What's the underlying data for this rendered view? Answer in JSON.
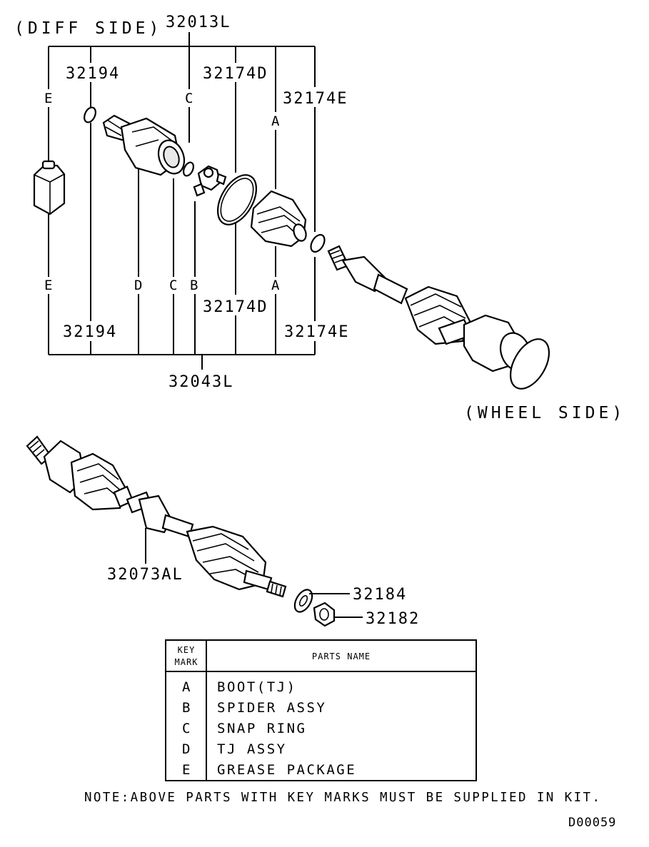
{
  "sides": {
    "diff": "(DIFF SIDE)",
    "wheel": "(WHEEL SIDE)"
  },
  "top_assembly": {
    "top_code": "32013L",
    "bottom_code": "32043L",
    "upper_labels": {
      "p32194": "32194",
      "p32174D": "32174D",
      "p32174E": "32174E"
    },
    "lower_labels": {
      "p32194": "32194",
      "p32174D": "32174D",
      "p32174E": "32174E"
    },
    "upper_keys": [
      "E",
      "C",
      "A"
    ],
    "lower_keys": [
      "E",
      "D",
      "C",
      "B",
      "A"
    ]
  },
  "bottom_assembly": {
    "shaft_code": "32073AL",
    "washer_code": "32184",
    "nut_code": "32182"
  },
  "table": {
    "header_key_line1": "KEY",
    "header_key_line2": "MARK",
    "header_name": "PARTS NAME",
    "rows": [
      {
        "key": "A",
        "name": "BOOT(TJ)"
      },
      {
        "key": "B",
        "name": "SPIDER ASSY"
      },
      {
        "key": "C",
        "name": "SNAP RING"
      },
      {
        "key": "D",
        "name": "TJ ASSY"
      },
      {
        "key": "E",
        "name": "GREASE PACKAGE"
      }
    ]
  },
  "note": "NOTE:ABOVE PARTS WITH KEY MARKS MUST BE SUPPLIED IN KIT.",
  "diagram_code": "D00059"
}
